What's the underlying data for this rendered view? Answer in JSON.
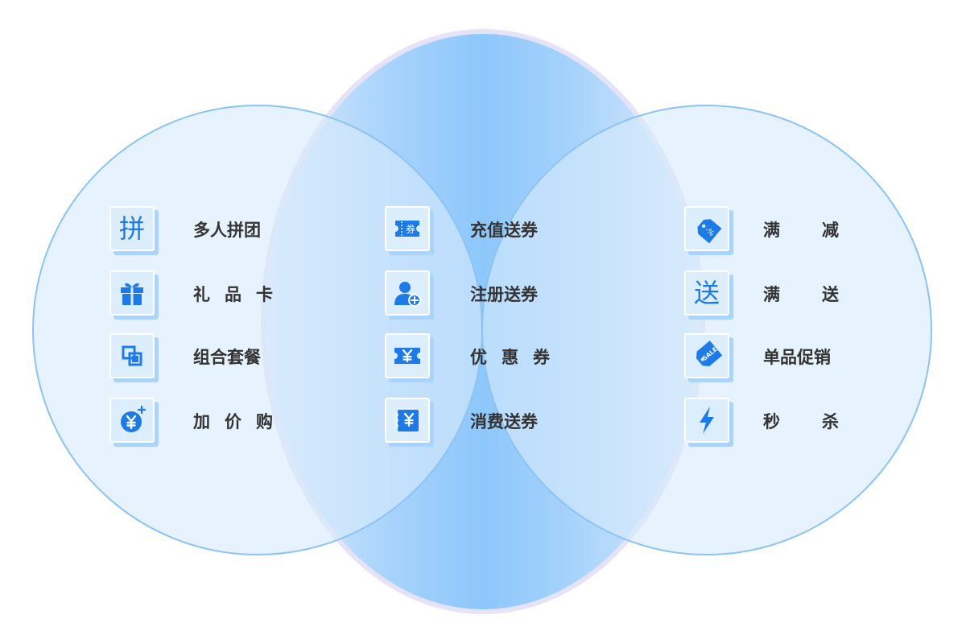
{
  "colors": {
    "icon": "#1e7ae6",
    "label": "#333333",
    "ring": "#8cc3f4"
  },
  "groups": [
    {
      "items": [
        {
          "label": "多人拼团",
          "icon": "pin-character-icon",
          "icon_text": "拼"
        },
        {
          "label": "礼品卡",
          "icon": "gift-icon"
        },
        {
          "label": "组合套餐",
          "icon": "combo-squares-icon"
        },
        {
          "label": "加价购",
          "icon": "yen-coin-plus-icon"
        }
      ]
    },
    {
      "items": [
        {
          "label": "充值送券",
          "icon": "voucher-ticket-icon",
          "icon_text": "券"
        },
        {
          "label": "注册送券",
          "icon": "user-add-icon"
        },
        {
          "label": "优惠券",
          "icon": "yen-coupon-icon"
        },
        {
          "label": "消费送券",
          "icon": "yen-receipt-icon"
        }
      ]
    },
    {
      "items": [
        {
          "label": "满减",
          "icon": "percent-tag-icon",
          "icon_text": "-%"
        },
        {
          "label": "满送",
          "icon": "song-character-icon",
          "icon_text": "送"
        },
        {
          "label": "单品促销",
          "icon": "sale-tag-icon",
          "icon_text": "SALE"
        },
        {
          "label": "秒杀",
          "icon": "lightning-icon"
        }
      ]
    }
  ]
}
